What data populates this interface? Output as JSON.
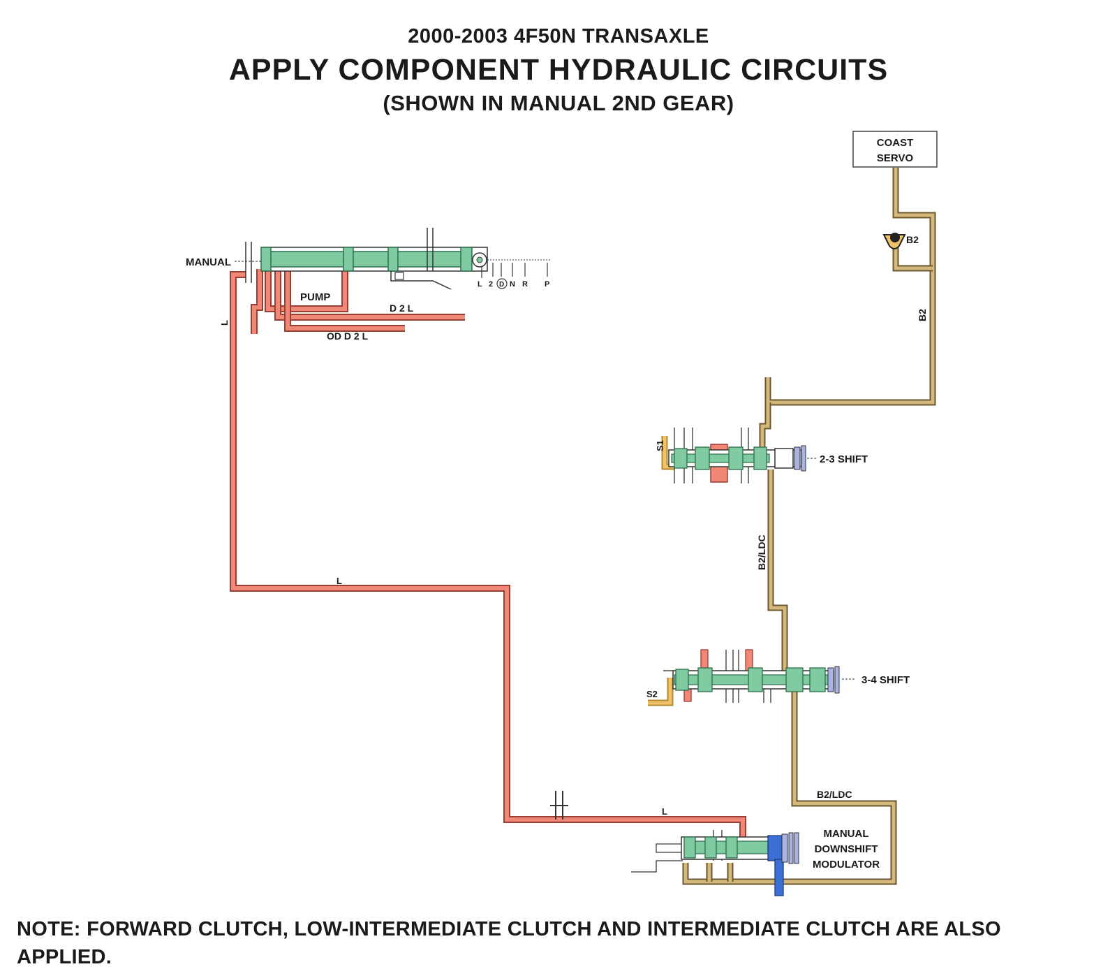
{
  "header": {
    "subtitle": "2000-2003 4F50N TRANSAXLE",
    "title": "APPLY COMPONENT HYDRAULIC CIRCUITS",
    "caption": "(SHOWN IN MANUAL 2ND GEAR)"
  },
  "colors": {
    "line_pressure": "#f08878",
    "line_outline": "#9a3d33",
    "b2_circuit": "#d4b87c",
    "b2_outline": "#6d5730",
    "valve_spool": "#7fcaa0",
    "s1_s2_feed": "#f2c46a",
    "modulator": "#3b6fd4",
    "solenoid_end": "#a9b3e6"
  },
  "components": {
    "coast_servo": "COAST SERVO",
    "coast_servo_line1": "COAST",
    "coast_servo_line2": "SERVO",
    "check_ball": "B2",
    "manual_valve": "MANUAL",
    "pump": "PUMP",
    "shift_23": "2-3 SHIFT",
    "shift_34": "3-4 SHIFT",
    "modulator_line1": "MANUAL",
    "modulator_line2": "DOWNSHIFT",
    "modulator_line3": "MODULATOR"
  },
  "circuits": {
    "line": "L",
    "d2l": "D 2 L",
    "odd2l": "OD D 2 L",
    "b2": "B2",
    "b2ldc": "B2/LDC",
    "s1": "S1",
    "s2": "S2"
  },
  "selector_positions": [
    "L",
    "2",
    "D",
    "N",
    "R",
    "P"
  ],
  "note": {
    "line1": "NOTE: FORWARD CLUTCH, LOW-INTERMEDIATE CLUTCH AND INTERMEDIATE CLUTCH ARE ALSO",
    "line2": "APPLIED."
  }
}
